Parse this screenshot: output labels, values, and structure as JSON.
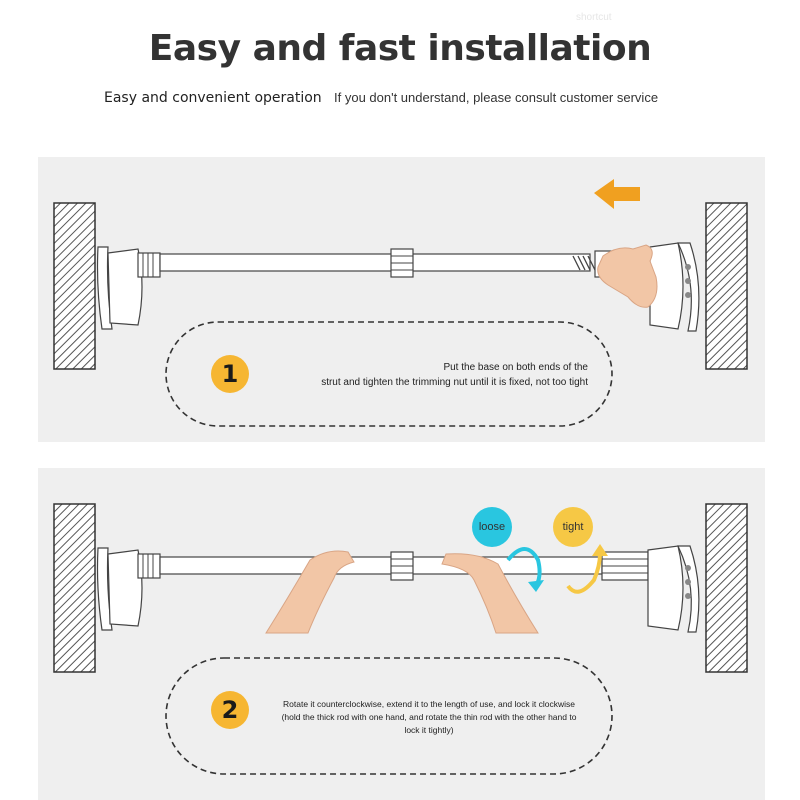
{
  "header": {
    "title": "Easy and fast installation",
    "watermark": "shortcut",
    "subtitle_left": "Easy and convenient operation",
    "subtitle_right": "If you don't understand, please consult customer service"
  },
  "step1": {
    "number": "1",
    "line1": "Put the base on both ends of the",
    "line2": "strut and tighten the trimming nut until it is fixed, not too tight"
  },
  "step2": {
    "number": "2",
    "line1": "Rotate it counterclockwise, extend it to the length of use, and lock it clockwise",
    "line2": "(hold the thick rod with one hand, and rotate the thin rod with the other hand to",
    "line3": "lock it tightly)",
    "loose_label": "loose",
    "tight_label": "tight"
  },
  "colors": {
    "panel_bg": "#efefef",
    "accent_orange": "#f6b632",
    "arrow_orange": "#f0a020",
    "loose_blue": "#29c6e0",
    "tight_yellow": "#f6c845",
    "skin": "#f2c6a6"
  },
  "icons": [
    "arrow-left-icon",
    "rotate-counterclockwise-icon",
    "rotate-clockwise-icon"
  ]
}
